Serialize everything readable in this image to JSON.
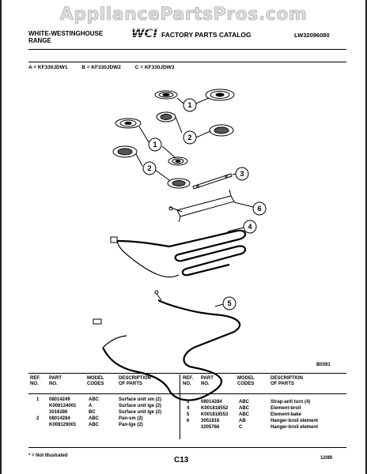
{
  "watermark": "AppliancePartsPros.com",
  "header": {
    "brand_line1": "WHITE-WESTINGHOUSE",
    "brand_line2": "RANGE",
    "logo_text": "WCI",
    "catalog_title": "FACTORY PARTS CATALOG",
    "catalog_code": "LW32096080"
  },
  "models": {
    "a": "A = KF330JDW1",
    "b": "B = KF330JDW2",
    "c": "C = KF330JDW3"
  },
  "diagram": {
    "callouts": [
      "1",
      "2",
      "1",
      "2",
      "3",
      "6",
      "4",
      "5"
    ],
    "figure_code": "B0391"
  },
  "table": {
    "headers_left": {
      "ref": "REF.\nNO.",
      "part": "PART\nNO.",
      "model": "MODEL\nCODES",
      "desc": "DESCRIPTION\nOF PARTS"
    },
    "headers_right": {
      "ref": "REF.\nNO.",
      "part": "PART\nNO.",
      "model": "MODEL\nCODES",
      "desc": "DESCRIPTION\nOF PARTS"
    },
    "rows_left": [
      {
        "ref": "1",
        "part": "08014249",
        "model": "ABC",
        "desc": "Surface unit sm (2)"
      },
      {
        "ref": "",
        "part": "K008134001",
        "model": "A",
        "desc": "Surface unit lge (2)"
      },
      {
        "ref": "",
        "part": "3016286",
        "model": "BC",
        "desc": "Surface unit lge (2)"
      },
      {
        "ref": "2",
        "part": "08014284",
        "model": "ABC",
        "desc": "Pan-sm (2)"
      },
      {
        "ref": "",
        "part": "K008129001",
        "model": "ABC",
        "desc": "Pan-lge (2)"
      }
    ],
    "rows_right": [
      {
        "ref": "3",
        "part": "08014284",
        "model": "ABC",
        "desc": "Strap-anti turn (4)"
      },
      {
        "ref": "4",
        "part": "K001818552",
        "model": "ABC",
        "desc": "Element-broil"
      },
      {
        "ref": "5",
        "part": "K001818553",
        "model": "ABC",
        "desc": "Element-bake"
      },
      {
        "ref": "6",
        "part": "3051816",
        "model": "AB",
        "desc": "Hanger-broil element"
      },
      {
        "ref": "",
        "part": "3205766",
        "model": "C",
        "desc": "Hanger-broil element"
      }
    ]
  },
  "footer": {
    "footnote": "* = Not Illustrated",
    "page": "C13",
    "date": "12/89"
  }
}
